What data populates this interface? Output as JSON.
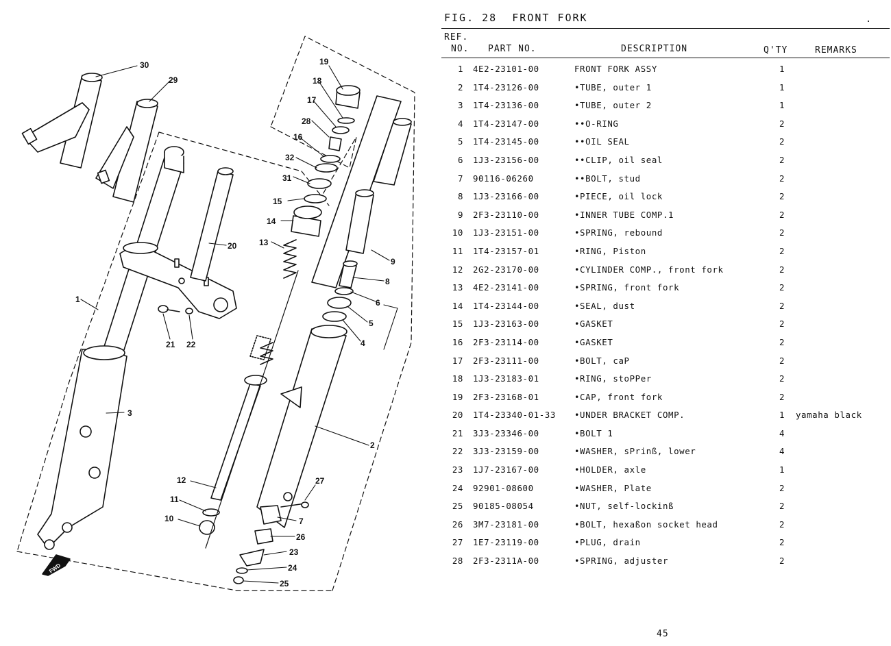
{
  "figure": {
    "title": "FIG. 28  FRONT FORK"
  },
  "table": {
    "headers": {
      "ref_line1": "REF.",
      "ref_line2": "NO.",
      "part_no": "PART NO.",
      "description": "DESCRIPTION",
      "qty": "Q'TY",
      "remarks": "REMARKS"
    },
    "rows": [
      {
        "no": "1",
        "part": "4E2-23101-00",
        "desc": "FRONT FORK ASSY",
        "qty": "1",
        "remarks": ""
      },
      {
        "no": "2",
        "part": "1T4-23126-00",
        "desc": "•TUBE, outer 1",
        "qty": "1",
        "remarks": ""
      },
      {
        "no": "3",
        "part": "1T4-23136-00",
        "desc": "•TUBE, outer 2",
        "qty": "1",
        "remarks": ""
      },
      {
        "no": "4",
        "part": "1T4-23147-00",
        "desc": "••O-RING",
        "qty": "2",
        "remarks": ""
      },
      {
        "no": "5",
        "part": "1T4-23145-00",
        "desc": "••OIL SEAL",
        "qty": "2",
        "remarks": ""
      },
      {
        "no": "6",
        "part": "1J3-23156-00",
        "desc": "••CLIP, oil seal",
        "qty": "2",
        "remarks": ""
      },
      {
        "no": "7",
        "part": "90116-06260",
        "desc": "••BOLT, stud",
        "qty": "2",
        "remarks": ""
      },
      {
        "no": "8",
        "part": "1J3-23166-00",
        "desc": "•PIECE, oil lock",
        "qty": "2",
        "remarks": ""
      },
      {
        "no": "9",
        "part": "2F3-23110-00",
        "desc": "•INNER TUBE COMP.1",
        "qty": "2",
        "remarks": ""
      },
      {
        "no": "10",
        "part": "1J3-23151-00",
        "desc": "•SPRING, rebound",
        "qty": "2",
        "remarks": ""
      },
      {
        "no": "11",
        "part": "1T4-23157-01",
        "desc": "•RING, Piston",
        "qty": "2",
        "remarks": ""
      },
      {
        "no": "12",
        "part": "2G2-23170-00",
        "desc": "•CYLINDER COMP., front fork",
        "qty": "2",
        "remarks": ""
      },
      {
        "no": "13",
        "part": "4E2-23141-00",
        "desc": "•SPRING, front fork",
        "qty": "2",
        "remarks": ""
      },
      {
        "no": "14",
        "part": "1T4-23144-00",
        "desc": "•SEAL, dust",
        "qty": "2",
        "remarks": ""
      },
      {
        "no": "15",
        "part": "1J3-23163-00",
        "desc": "•GASKET",
        "qty": "2",
        "remarks": ""
      },
      {
        "no": "16",
        "part": "2F3-23114-00",
        "desc": "•GASKET",
        "qty": "2",
        "remarks": ""
      },
      {
        "no": "17",
        "part": "2F3-23111-00",
        "desc": "•BOLT, caP",
        "qty": "2",
        "remarks": ""
      },
      {
        "no": "18",
        "part": "1J3-23183-01",
        "desc": "•RING, stoPPer",
        "qty": "2",
        "remarks": ""
      },
      {
        "no": "19",
        "part": "2F3-23168-01",
        "desc": "•CAP, front fork",
        "qty": "2",
        "remarks": ""
      },
      {
        "no": "20",
        "part": "1T4-23340-01-33",
        "desc": "•UNDER BRACKET COMP.",
        "qty": "1",
        "remarks": "yamaha black"
      },
      {
        "no": "21",
        "part": "3J3-23346-00",
        "desc": "•BOLT 1",
        "qty": "4",
        "remarks": ""
      },
      {
        "no": "22",
        "part": "3J3-23159-00",
        "desc": "•WASHER, sPrinß, lower",
        "qty": "4",
        "remarks": ""
      },
      {
        "no": "23",
        "part": "1J7-23167-00",
        "desc": "•HOLDER, axle",
        "qty": "1",
        "remarks": ""
      },
      {
        "no": "24",
        "part": "92901-08600",
        "desc": "•WASHER, Plate",
        "qty": "2",
        "remarks": ""
      },
      {
        "no": "25",
        "part": "90185-08054",
        "desc": "•NUT, self-lockinß",
        "qty": "2",
        "remarks": ""
      },
      {
        "no": "26",
        "part": "3M7-23181-00",
        "desc": "•BOLT, hexaßon socket head",
        "qty": "2",
        "remarks": ""
      },
      {
        "no": "27",
        "part": "1E7-23119-00",
        "desc": "•PLUG, drain",
        "qty": "2",
        "remarks": ""
      },
      {
        "no": "28",
        "part": "2F3-2311A-00",
        "desc": "•SPRING, adjuster",
        "qty": "2",
        "remarks": ""
      }
    ]
  },
  "diagram": {
    "callouts": [
      "30",
      "29",
      "19",
      "18",
      "17",
      "28",
      "16",
      "32",
      "31",
      "15",
      "14",
      "13",
      "20",
      "1",
      "21",
      "22",
      "9",
      "8",
      "6",
      "5",
      "4",
      "3",
      "2",
      "27",
      "12",
      "11",
      "10",
      "7",
      "26",
      "23",
      "24",
      "25"
    ],
    "fwd_label": "FWD"
  },
  "page": {
    "number": "45"
  }
}
